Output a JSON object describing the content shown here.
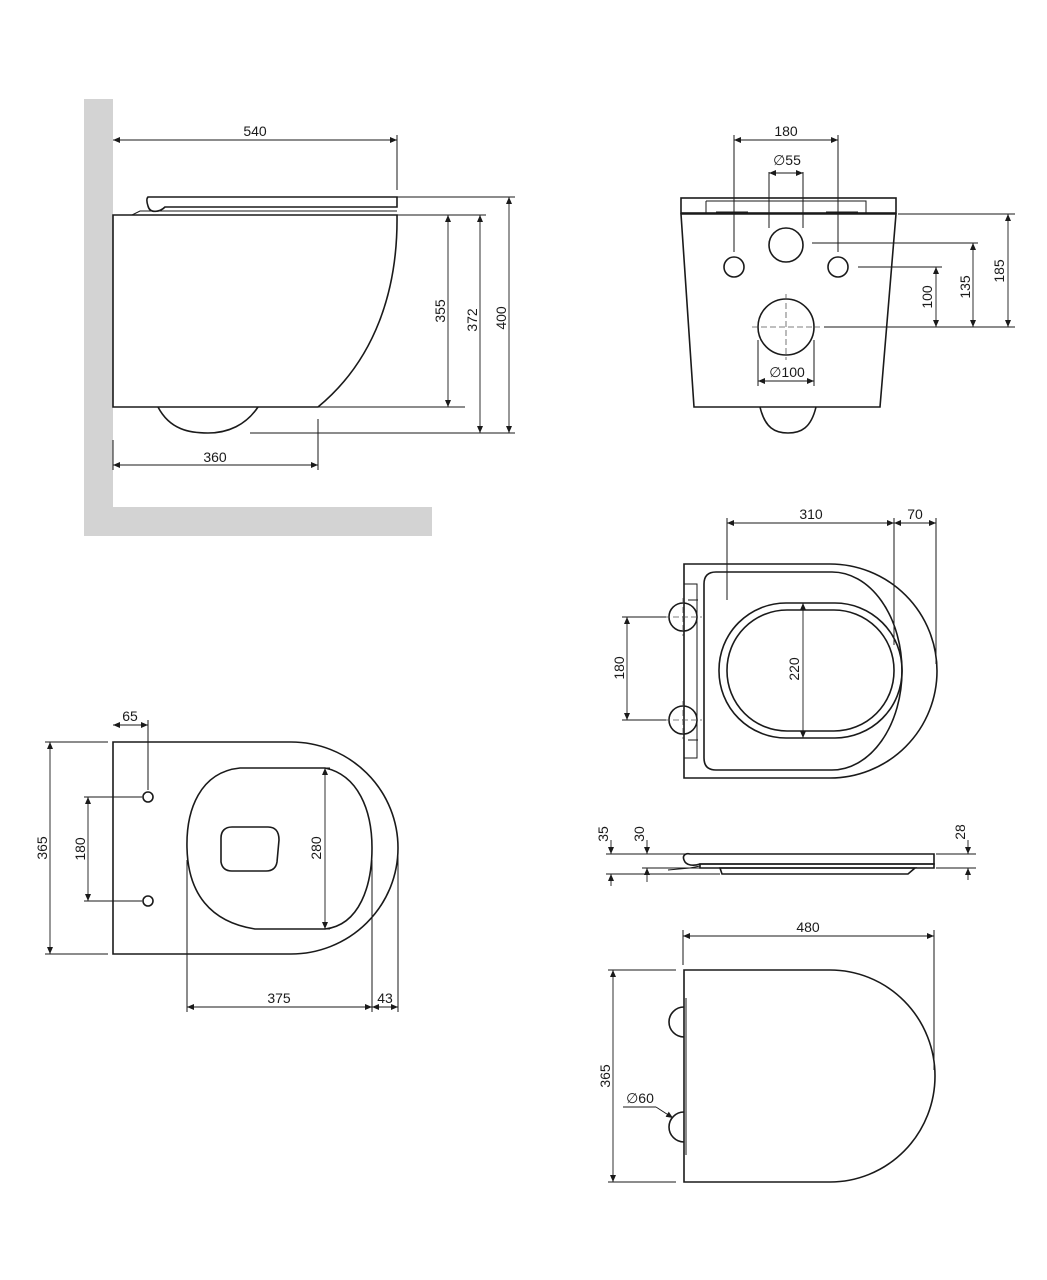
{
  "side_view": {
    "width_top": "540",
    "height_355": "355",
    "height_372": "372",
    "height_400": "400",
    "width_360": "360"
  },
  "back_view": {
    "spacing_180": "180",
    "diameter_55": "∅55",
    "height_100": "100",
    "height_135": "135",
    "height_185": "185",
    "diameter_100": "∅100"
  },
  "top_view": {
    "offset_65": "65",
    "height_365": "365",
    "spacing_180": "180",
    "opening_280": "280",
    "length_375": "375",
    "length_43": "43"
  },
  "seat_view": {
    "width_310": "310",
    "width_70": "70",
    "spacing_180": "180",
    "opening_220": "220"
  },
  "seat_profile": {
    "thickness_35": "35",
    "thickness_30": "30",
    "thickness_28": "28"
  },
  "lid_view": {
    "width_480": "480",
    "height_365": "365",
    "diameter_60": "∅60"
  }
}
